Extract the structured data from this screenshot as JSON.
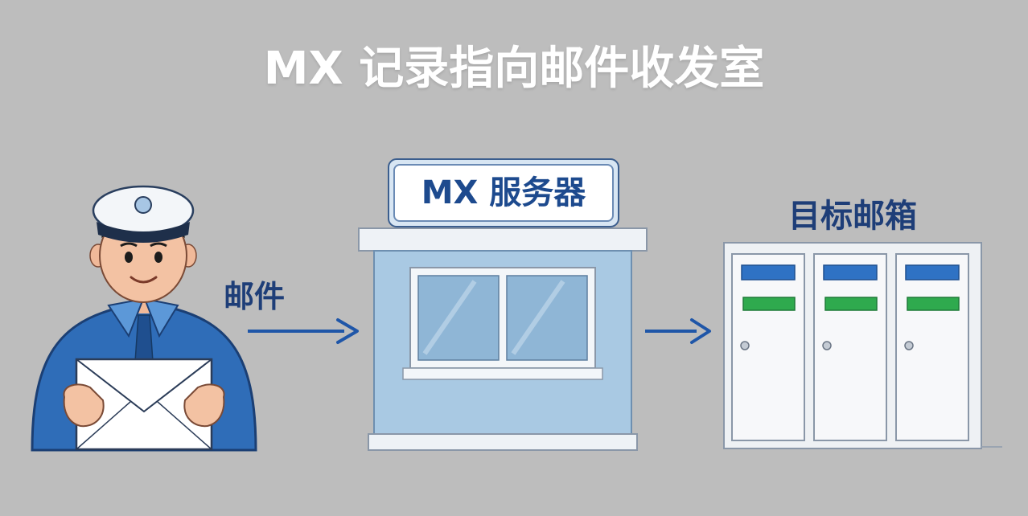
{
  "title": "MX 记录指向邮件收发室",
  "mail_label": "邮件",
  "server_label": "MX 服务器",
  "mailbox_label": "目标邮箱",
  "colors": {
    "background": "#bdbdbd",
    "uniform_blue": "#2f6db8",
    "arrow_blue": "#1f56a8",
    "building_blue": "#a9c9e3",
    "label_blue": "#1e3e78",
    "slot_blue": "#2f72c4",
    "slot_green": "#2faa4e"
  },
  "icons": [
    "postman-icon",
    "envelope-icon",
    "server-building-icon",
    "mailbox-cabinet-icon",
    "arrow-right-icon"
  ]
}
